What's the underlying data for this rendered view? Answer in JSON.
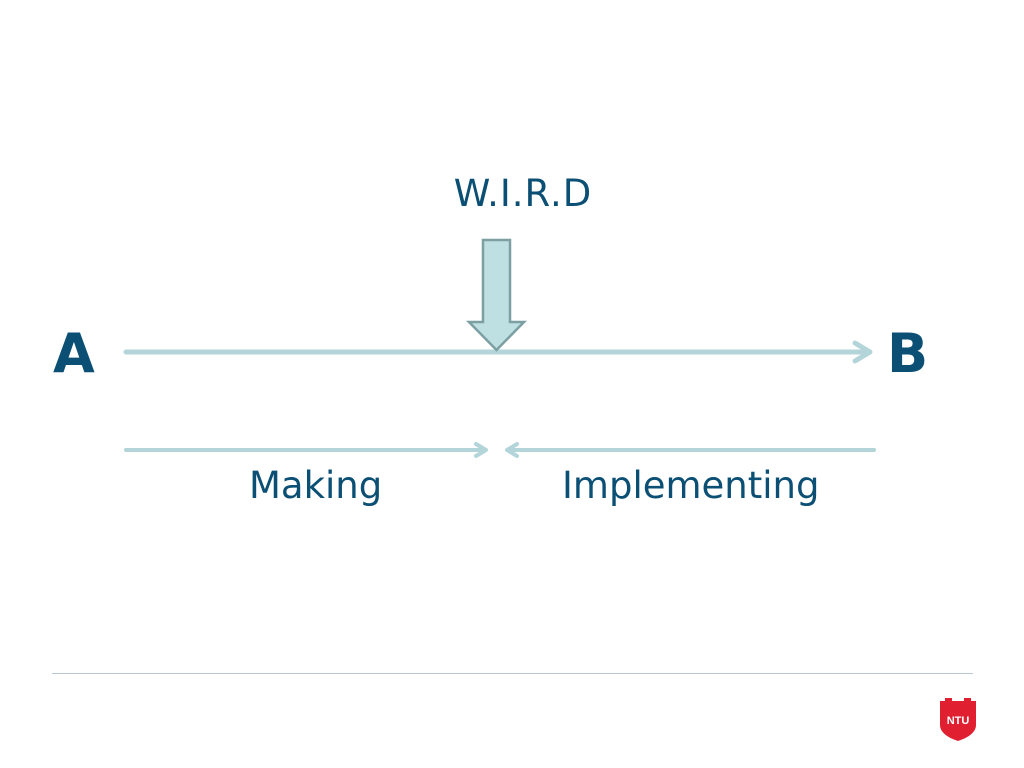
{
  "diagram": {
    "title": "W.I.R.D",
    "start_node": "A",
    "end_node": "B",
    "phases": [
      {
        "label": "Making",
        "direction": "right"
      },
      {
        "label": "Implementing",
        "direction": "left"
      }
    ]
  },
  "branding": {
    "logo_text": "NTU"
  },
  "colors": {
    "text": "#0b4f74",
    "arrow_line": "#b3d5d9",
    "down_arrow_fill": "#bfe0e3",
    "down_arrow_stroke": "#7c9fa2",
    "logo_red": "#e02030",
    "footer_rule": "#b9c7d2"
  }
}
